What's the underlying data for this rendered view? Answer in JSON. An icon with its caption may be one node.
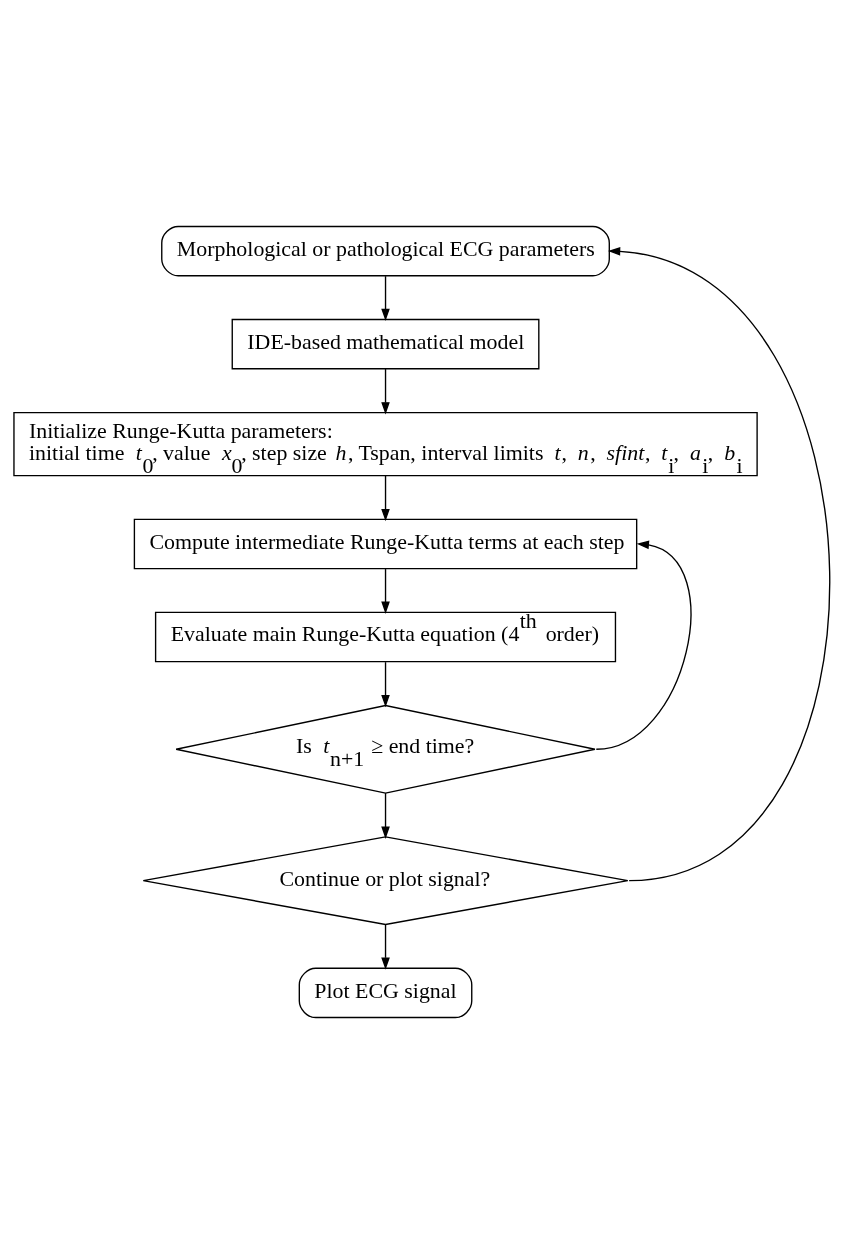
{
  "diagram": {
    "nodes": [
      {
        "text": [
          "Morphological or pathological ECG parameters"
        ]
      },
      {
        "text": [
          "IDE-based mathematical model"
        ]
      },
      {
        "text": [
          "Initialize Runge-Kutta parameters:",
          "initial time *t*$_{0}$, value *x*$_{0}$, step size *h*, Tspan, interval limits *t*, *n*, *sfint*, *t*$_{i}$, *a*$_{i}$, *b*$_{i}$"
        ]
      },
      {
        "text": [
          "Compute intermediate Runge-Kutta terms at each step"
        ]
      },
      {
        "text": [
          "Evaluate main Runge-Kutta equation (4$^{th}$ order)"
        ]
      },
      {
        "text": [
          "Is *t*$_{n+1}$ ≥ end time?"
        ]
      },
      {
        "text": [
          "Continue or plot signal?"
        ]
      },
      {
        "text": [
          "Plot ECG signal"
        ]
      }
    ],
    "edges": [
      {
        "from": 0,
        "to": 1,
        "arrow": "to"
      },
      {
        "from": 1,
        "to": 2,
        "arrow": "to"
      },
      {
        "from": 2,
        "to": 3,
        "arrow": "to"
      },
      {
        "from": 3,
        "to": 4,
        "arrow": "to"
      },
      {
        "from": 4,
        "to": 5,
        "arrow": "to"
      },
      {
        "from": 5,
        "to": 3,
        "arrow": "to"
      },
      {
        "from": 5,
        "to": 6,
        "arrow": "to"
      },
      {
        "from": 6,
        "to": 7,
        "arrow": "to"
      },
      {
        "from": 6,
        "to": 0,
        "arrow": "to"
      }
    ]
  }
}
